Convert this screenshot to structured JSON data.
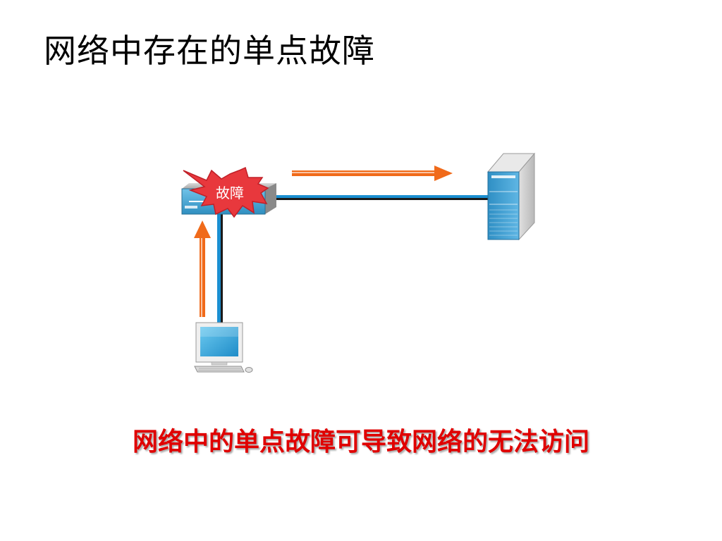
{
  "title": "网络中存在的单点故障",
  "fault_label": "故障",
  "caption": "网络中的单点故障可导致网络的无法访问",
  "nodes": {
    "switch": "switch-icon",
    "server": "server-icon",
    "pc": "desktop-computer-icon",
    "fault": "explosion-burst-icon"
  },
  "colors": {
    "link": "#1a8fd1",
    "arrow": "#f06a1a",
    "burst": "#e8383d",
    "caption": "#e00000"
  }
}
